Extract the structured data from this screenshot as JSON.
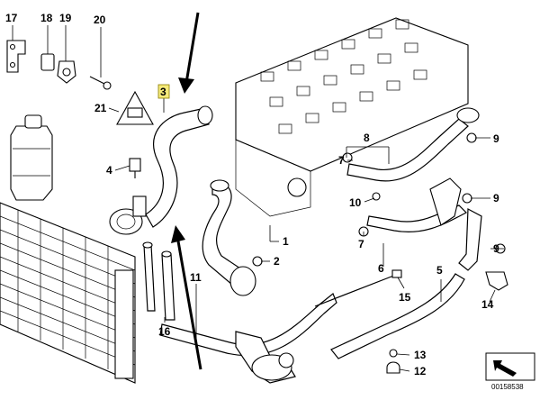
{
  "callouts": {
    "p1": "1",
    "p2": "2",
    "p3": "3",
    "p4": "4",
    "p5": "5",
    "p6": "6",
    "p7a": "7",
    "p7b": "7",
    "p8": "8",
    "p9a": "9",
    "p9b": "9",
    "p9c": "9",
    "p10": "10",
    "p11": "11",
    "p12": "12",
    "p13": "13",
    "p14": "14",
    "p15": "15",
    "p16": "16",
    "p17": "17",
    "p18": "18",
    "p19": "19",
    "p20": "20",
    "p21": "21"
  },
  "reference": "00158538",
  "highlight_color": "#f5ea7a"
}
